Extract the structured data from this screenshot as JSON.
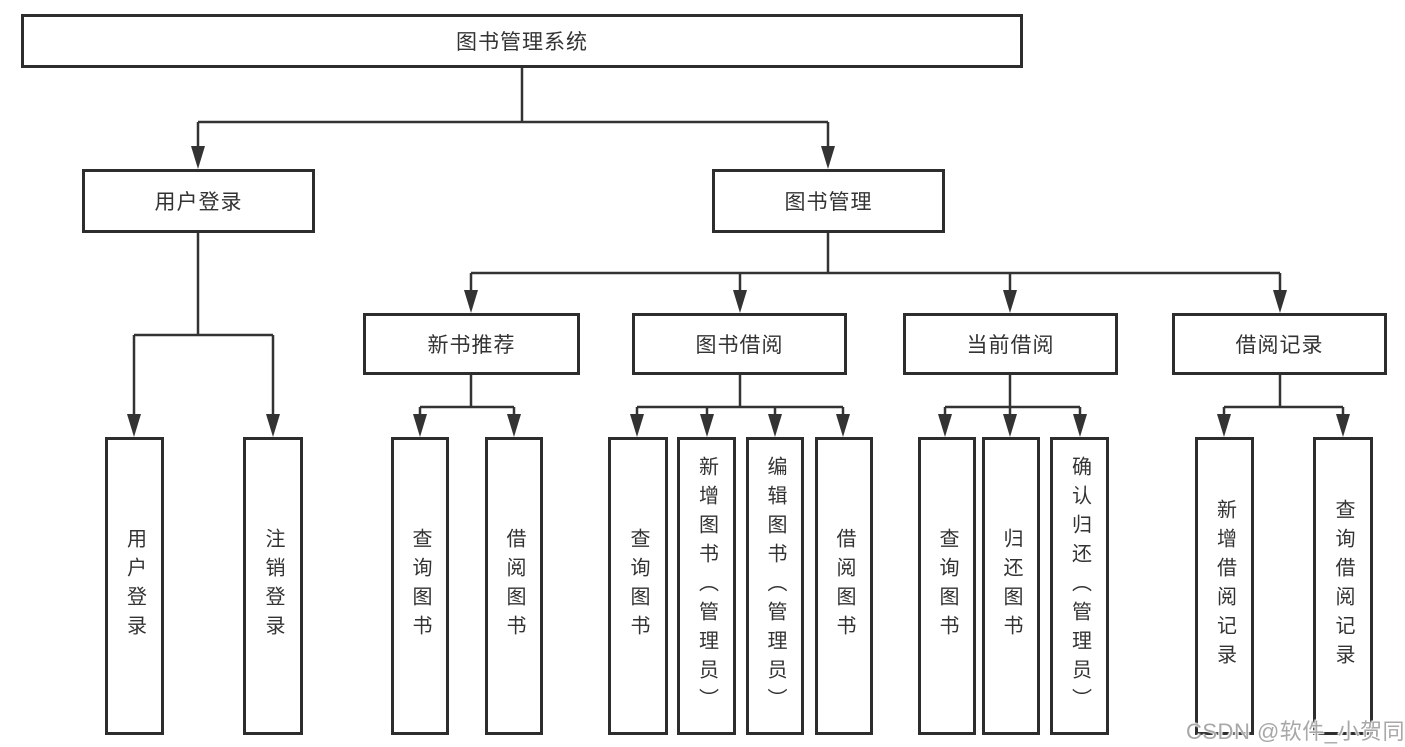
{
  "title": "图书管理系统",
  "colors": {
    "line": "#333333",
    "box_border": "#2d2d2d",
    "text": "#333333",
    "watermark": "#a8a8a8",
    "background": "#ffffff"
  },
  "tree": {
    "root": {
      "label": "图书管理系统"
    },
    "level2": [
      {
        "label": "用户登录"
      },
      {
        "label": "图书管理"
      }
    ],
    "level3": [
      {
        "label": "新书推荐"
      },
      {
        "label": "图书借阅"
      },
      {
        "label": "当前借阅"
      },
      {
        "label": "借阅记录"
      }
    ],
    "leaves": {
      "user_login_children": [
        {
          "label": "用户登录"
        },
        {
          "label": "注销登录"
        }
      ],
      "new_book_children": [
        {
          "label": "查询图书"
        },
        {
          "label": "借阅图书"
        }
      ],
      "book_borrow_children": [
        {
          "label": "查询图书"
        },
        {
          "label": "新增图书（管理员）"
        },
        {
          "label": "编辑图书（管理员）"
        },
        {
          "label": "借阅图书"
        }
      ],
      "current_borrow_children": [
        {
          "label": "查询图书"
        },
        {
          "label": "归还图书"
        },
        {
          "label": "确认归还（管理员）"
        }
      ],
      "borrow_record_children": [
        {
          "label": "新增借阅记录"
        },
        {
          "label": "查询借阅记录"
        }
      ]
    }
  },
  "watermark": {
    "text": "CSDN @软件_小贺同学"
  }
}
